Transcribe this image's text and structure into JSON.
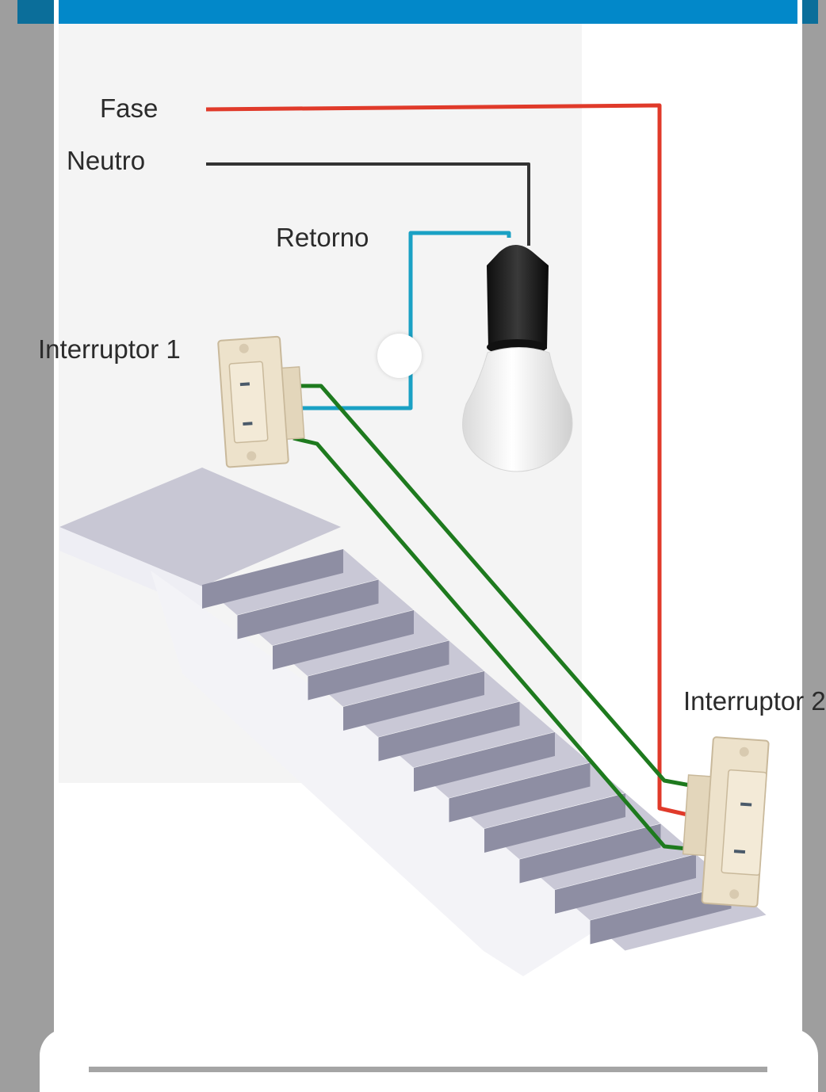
{
  "labels": {
    "fase": "Fase",
    "neutro": "Neutro",
    "retorno": "Retorno",
    "interruptor1": "Interruptor 1",
    "interruptor2": "Interruptor 2"
  },
  "colors": {
    "fase_wire": "#e03a2a",
    "neutro_wire": "#333333",
    "retorno_wire": "#1aa1c4",
    "traveler_wire": "#1e7a1e",
    "header": "#0288c9"
  },
  "icons": [
    "lightbulb-icon",
    "switch-icon",
    "staircase-icon"
  ]
}
